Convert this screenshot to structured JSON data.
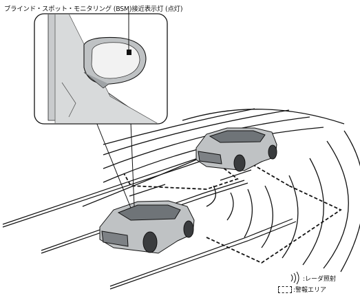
{
  "diagram": {
    "title": "ブラインド・スポット・モニタリング (BSM)接近表示灯 (点灯)",
    "legend": {
      "radar_label": ":レーダ照射",
      "alert_area_label": ":警報エリア"
    }
  }
}
